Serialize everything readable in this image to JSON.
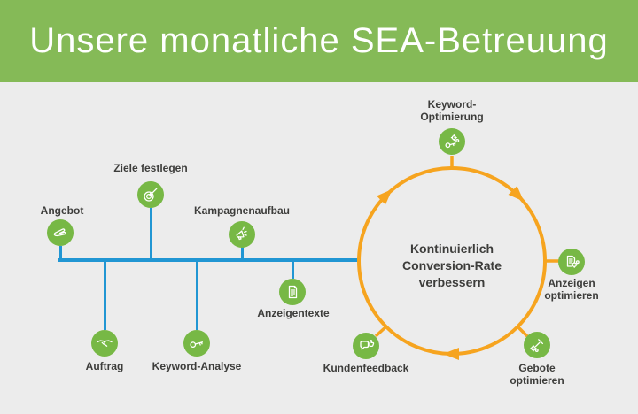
{
  "palette": {
    "header-green": "#85ba57",
    "icon-green": "#77b845",
    "line-blue": "#2196d3",
    "cycle-orange": "#f6a41f",
    "text-dark": "#3d3d3b",
    "bg-gray": "#ececec"
  },
  "header": {
    "title": "Unsere monatliche SEA-Betreuung"
  },
  "timeline": {
    "steps": [
      {
        "id": "angebot",
        "label": "Angebot",
        "icon": "open-hand-icon",
        "position": "above"
      },
      {
        "id": "auftrag",
        "label": "Auftrag",
        "icon": "handshake-icon",
        "position": "below"
      },
      {
        "id": "ziele-festlegen",
        "label": "Ziele festlegen",
        "icon": "target-arrow-icon",
        "position": "above"
      },
      {
        "id": "keyword-analyse",
        "label": "Keyword-Analyse",
        "icon": "key-icon",
        "position": "below"
      },
      {
        "id": "kampagnenaufbau",
        "label": "Kampagnenaufbau",
        "icon": "megaphone-icon",
        "position": "above"
      },
      {
        "id": "anzeigentexte",
        "label": "Anzeigentexte",
        "icon": "document-icon",
        "position": "below"
      }
    ]
  },
  "cycle": {
    "center_lines": [
      "Kontinuierlich",
      "Conversion-Rate",
      "verbessern"
    ],
    "direction": "clockwise",
    "steps": [
      {
        "id": "keyword-optimierung",
        "lines": [
          "Keyword-",
          "Optimierung"
        ],
        "icon": "key-gears-icon",
        "position": "top"
      },
      {
        "id": "anzeigen-optimieren",
        "lines": [
          "Anzeigen",
          "optimieren"
        ],
        "icon": "document-gears-icon",
        "position": "right"
      },
      {
        "id": "gebote-optimieren",
        "lines": [
          "Gebote",
          "optimieren"
        ],
        "icon": "gavel-gears-icon",
        "position": "bottom-right"
      },
      {
        "id": "kundenfeedback",
        "lines": [
          "Kundenfeedback"
        ],
        "icon": "thumbsup-speech-bubble-icon",
        "position": "bottom-left"
      }
    ]
  }
}
